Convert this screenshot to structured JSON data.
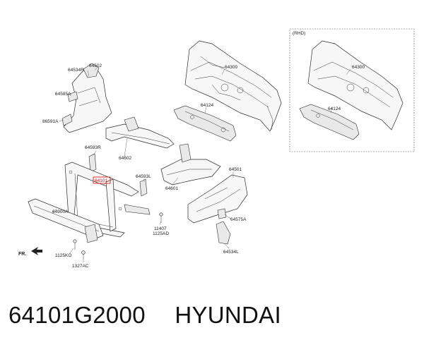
{
  "diagram": {
    "rhd_label": "(RHD)",
    "front_label": "FR.",
    "highlight_color": "#e02020",
    "callouts": {
      "c64534R": "64534R",
      "c64502": "64502",
      "c64585A": "64585A",
      "c86591A": "86591A",
      "c64300": "64300",
      "c64124": "64124",
      "c64593R": "64593R",
      "c64602": "64602",
      "c64101": "64101",
      "c64593L": "64593L",
      "c64601": "64601",
      "c64501": "64501",
      "c64900A": "64900A",
      "c11407": "11407",
      "c1125AD": "1125AD",
      "c64575A": "64575A",
      "c64534L": "64534L",
      "c1125KO": "1125KO",
      "c1327AC": "1327AC",
      "c64300_rhd": "64300",
      "c64124_rhd": "64124"
    }
  },
  "caption": {
    "part_number": "64101G2000",
    "brand": "HYUNDAI"
  }
}
